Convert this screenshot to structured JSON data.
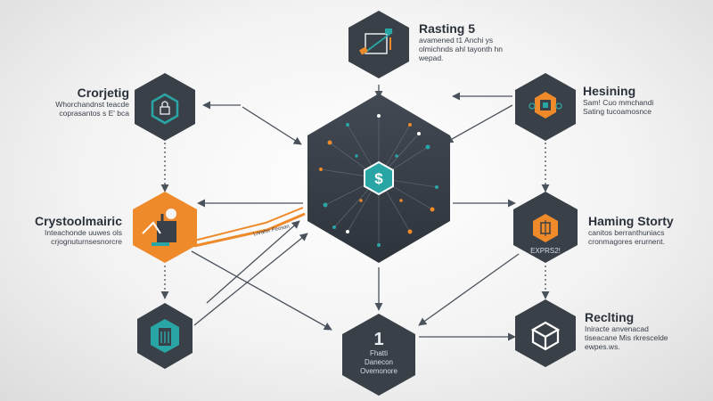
{
  "nodes": {
    "top": {
      "title": "Rasting 5",
      "lines": [
        "avamened t1 Anchi ys",
        "olmichnds ahl tayonth hn",
        "wepad."
      ]
    },
    "left_top": {
      "title": "Crorjetig",
      "lines": [
        "Whorchandnst teacde",
        "coprasantos s E' bca"
      ]
    },
    "right_top": {
      "title": "Hesining",
      "lines": [
        "Sam! Cuo mmchandi",
        "Sating tucoamosnce"
      ]
    },
    "left_mid": {
      "title": "Crystoolmairic",
      "lines": [
        "Inteachonde uuwes ols",
        "crjognuturnsesnorcre"
      ]
    },
    "right_mid": {
      "title": "Haming Storty",
      "lines": [
        "canitos berranthuniacs",
        "cronmagores erurnent."
      ]
    },
    "right_bottom": {
      "title": "Reclting",
      "lines": [
        "Iniracte anvenacad",
        "tiseacane Mis rkrescelde",
        "ewpes.ws."
      ]
    },
    "bottom_center": {
      "number": "1",
      "lines": [
        "Fhatti",
        "Danecon",
        "Ovemonore"
      ]
    },
    "right_mid_inner": "EXPRS2!",
    "arrow_label": "Lnrahrr Peosan"
  },
  "colors": {
    "dark_hex": "#3a4048",
    "teal": "#2aa5a5",
    "orange": "#ee8a2a",
    "line": "#4a525c"
  },
  "icons": {
    "center": "dollar-icon",
    "top": "crane-icon",
    "left_top": "lock-icon",
    "right_top": "shield-icon",
    "left_mid": "crane-icon",
    "right_mid": "coin-icon",
    "left_bottom": "server-icon",
    "right_bottom": "cube-icon"
  }
}
